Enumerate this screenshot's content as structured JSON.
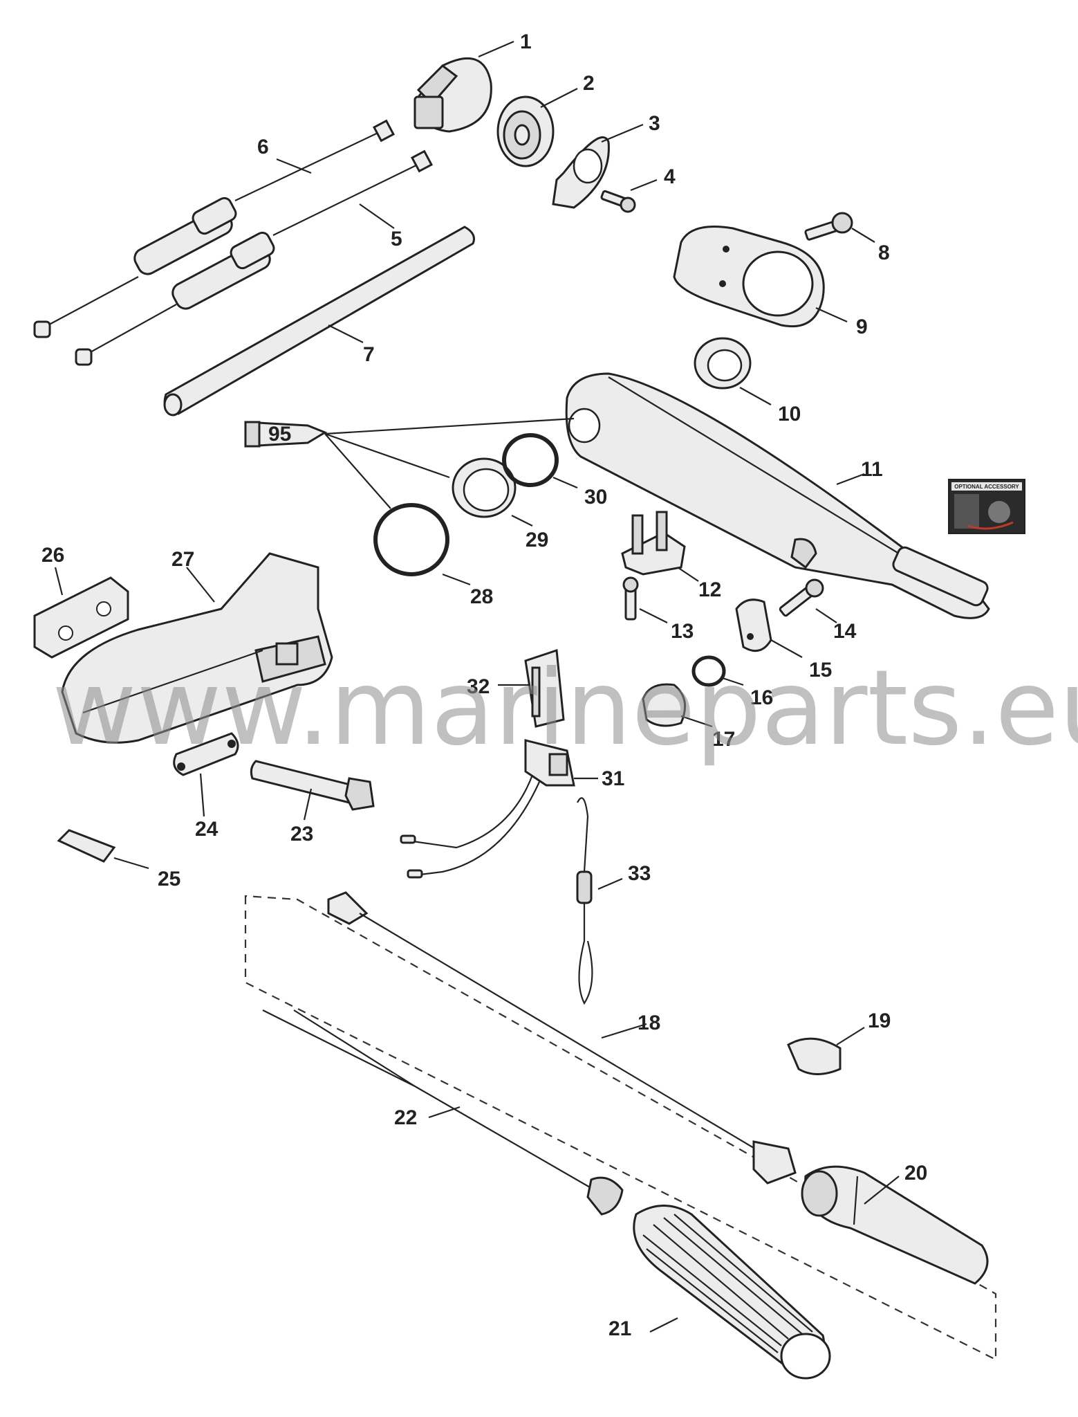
{
  "watermark": "www.marineparts.eu",
  "part_labels": [
    "1",
    "2",
    "3",
    "4",
    "5",
    "6",
    "7",
    "8",
    "9",
    "10",
    "11",
    "12",
    "13",
    "14",
    "15",
    "16",
    "17",
    "18",
    "19",
    "20",
    "21",
    "22",
    "23",
    "24",
    "25",
    "26",
    "27",
    "28",
    "29",
    "30",
    "31",
    "32",
    "33"
  ],
  "tube_label": "95",
  "badge_text": "OPTIONAL ACCESSORY",
  "colors": {
    "ink": "#222222",
    "part_fill": "#ececec",
    "watermark": "#8c8c8c",
    "badge_bg": "#2b2b2b",
    "badge_accent": "#c0392b"
  }
}
